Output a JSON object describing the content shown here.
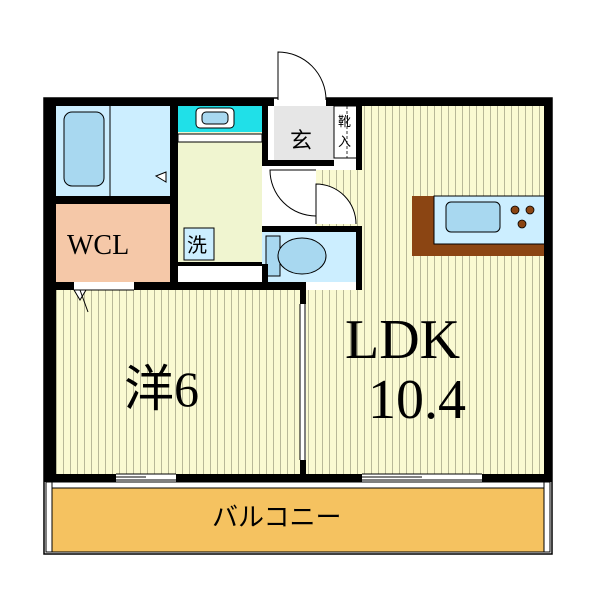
{
  "rooms": {
    "western": {
      "label": "洋6"
    },
    "ldk": {
      "label": "LDK",
      "size": "10.4"
    },
    "wcl": {
      "label": "WCL"
    },
    "entrance": {
      "label": "玄"
    },
    "shoe_storage": {
      "label": "靴入"
    },
    "laundry": {
      "label": "洗"
    },
    "balcony": {
      "label": "バルコニー"
    }
  },
  "colors": {
    "wall": "#000000",
    "room_floor": "#fafad2",
    "floor_stripe": "#c8c8a8",
    "wet_area": "#cceeff",
    "wcl_fill": "#f5c8a8",
    "balcony_fill": "#f5c260",
    "kitchen_counter": "#8b4513",
    "fixture_blue": "#a8d8f0",
    "washroom_floor": "#f0f5d0",
    "cyan_wall": "#20e0e8"
  }
}
